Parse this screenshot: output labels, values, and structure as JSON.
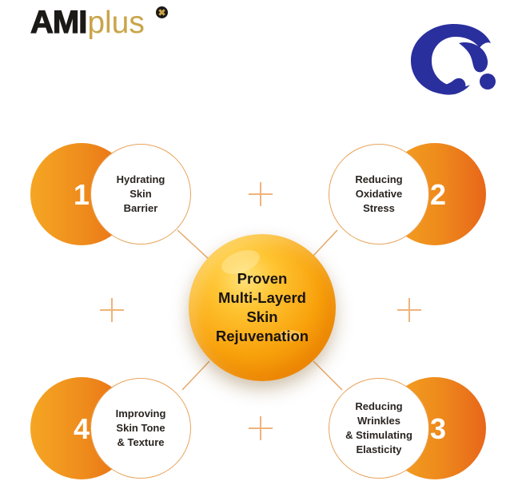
{
  "header": {
    "logo": {
      "primary": "AMI",
      "secondary": "plus",
      "badge_icon": "x-mark-badge"
    },
    "brand_mark_icon": "blue-swirl-q-logo",
    "colors": {
      "logo_dark": "#1c1a17",
      "logo_gold": "#c9a44a",
      "brand_blue": "#2a2f9e"
    }
  },
  "diagram": {
    "center": {
      "label": "Proven\nMulti-Layerd\nSkin\nRejuvenation"
    },
    "nodes": [
      {
        "number": "1",
        "label": "Hydrating\nSkin\nBarrier",
        "position": "top-left"
      },
      {
        "number": "2",
        "label": "Reducing\nOxidative\nStress",
        "position": "top-right"
      },
      {
        "number": "3",
        "label": "Reducing\nWrinkles\n& Stimulating\nElasticity",
        "position": "bottom-right"
      },
      {
        "number": "4",
        "label": "Improving\nSkin Tone\n& Texture",
        "position": "bottom-left"
      }
    ],
    "decorations": {
      "plus_icons": 4
    },
    "colors": {
      "accent_orange": "#ee8a1c",
      "accent_light": "#f5a623",
      "outline": "#e9a35a",
      "bubble_gold": "#f8a20c"
    }
  }
}
